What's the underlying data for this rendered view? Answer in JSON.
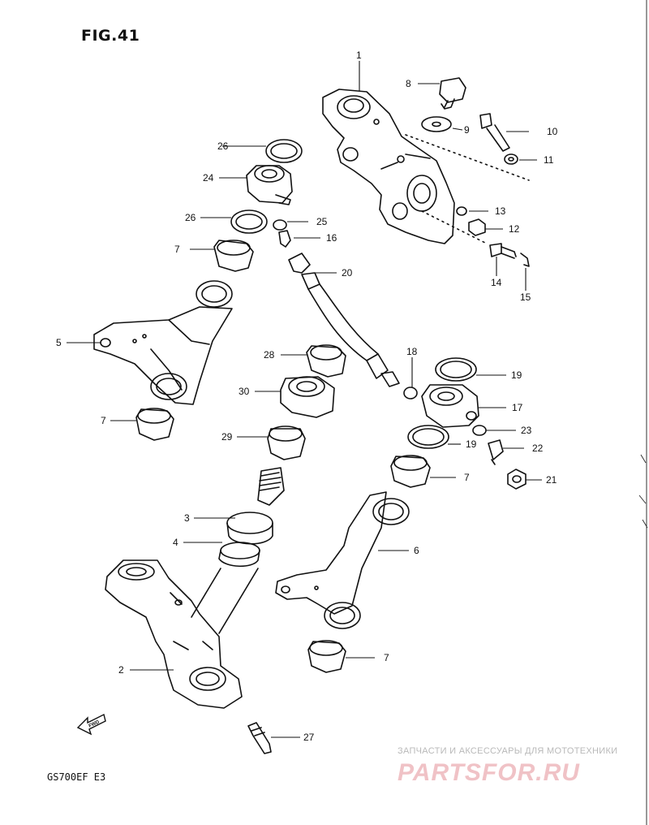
{
  "figure": {
    "title": "FIG.41",
    "model": "GS700EF E3",
    "fwd_label": "FWD"
  },
  "watermark": {
    "tagline": "ЗАПЧАСТИ И АКСЕССУАРЫ ДЛЯ МОТОТЕХНИКИ",
    "brand": "PARTSFOR.RU"
  },
  "callouts": [
    "1",
    "2",
    "3",
    "4",
    "5",
    "6",
    "7",
    "7",
    "7",
    "7",
    "8",
    "9",
    "10",
    "11",
    "12",
    "13",
    "14",
    "15",
    "16",
    "17",
    "18",
    "19",
    "19",
    "20",
    "21",
    "22",
    "23",
    "24",
    "25",
    "26",
    "26",
    "27",
    "28",
    "29",
    "30"
  ],
  "colors": {
    "ink": "#111111",
    "watermark_red": "#e06a76",
    "watermark_gray": "#b9b9b9"
  }
}
